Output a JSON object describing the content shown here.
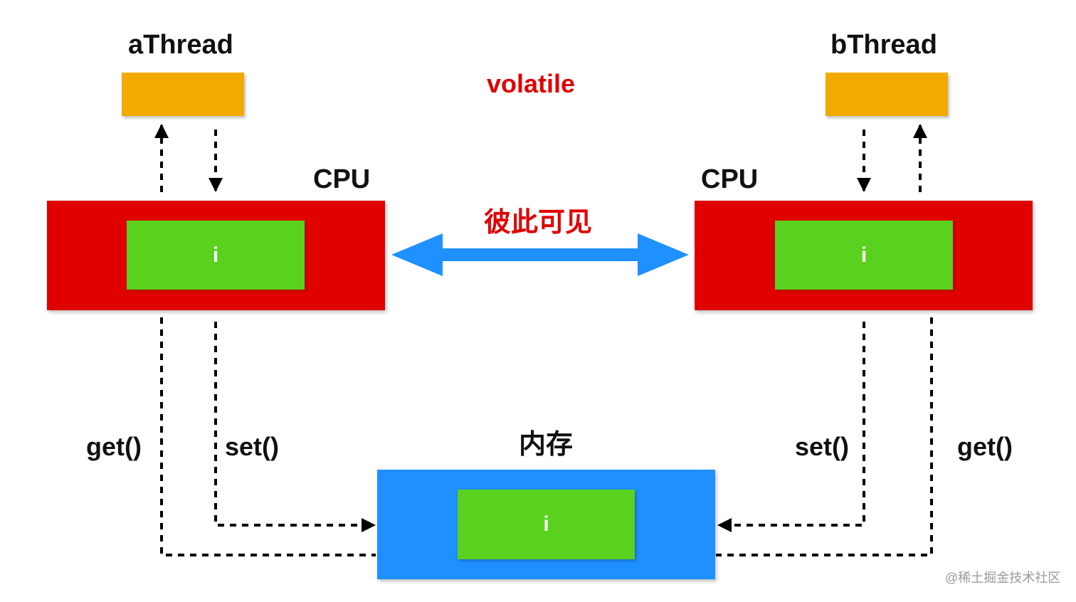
{
  "thread_a": {
    "label": "aThread"
  },
  "thread_b": {
    "label": "bThread"
  },
  "keyword": {
    "label": "volatile",
    "color": "#e00000"
  },
  "cpu_left": {
    "label": "CPU",
    "var": "i"
  },
  "cpu_right": {
    "label": "CPU",
    "var": "i"
  },
  "visibility": {
    "label": "彼此可见",
    "color": "#e00000",
    "arrow_color": "#1e90ff"
  },
  "memory": {
    "label": "内存",
    "var": "i"
  },
  "left_ops": {
    "get": "get()",
    "set": "set()"
  },
  "right_ops": {
    "get": "get()",
    "set": "set()"
  },
  "watermark": "@稀土掘金技术社区",
  "colors": {
    "thread": "#f2aa00",
    "cpu": "#e00000",
    "memory": "#1e90ff",
    "variable": "#5ad11e"
  }
}
